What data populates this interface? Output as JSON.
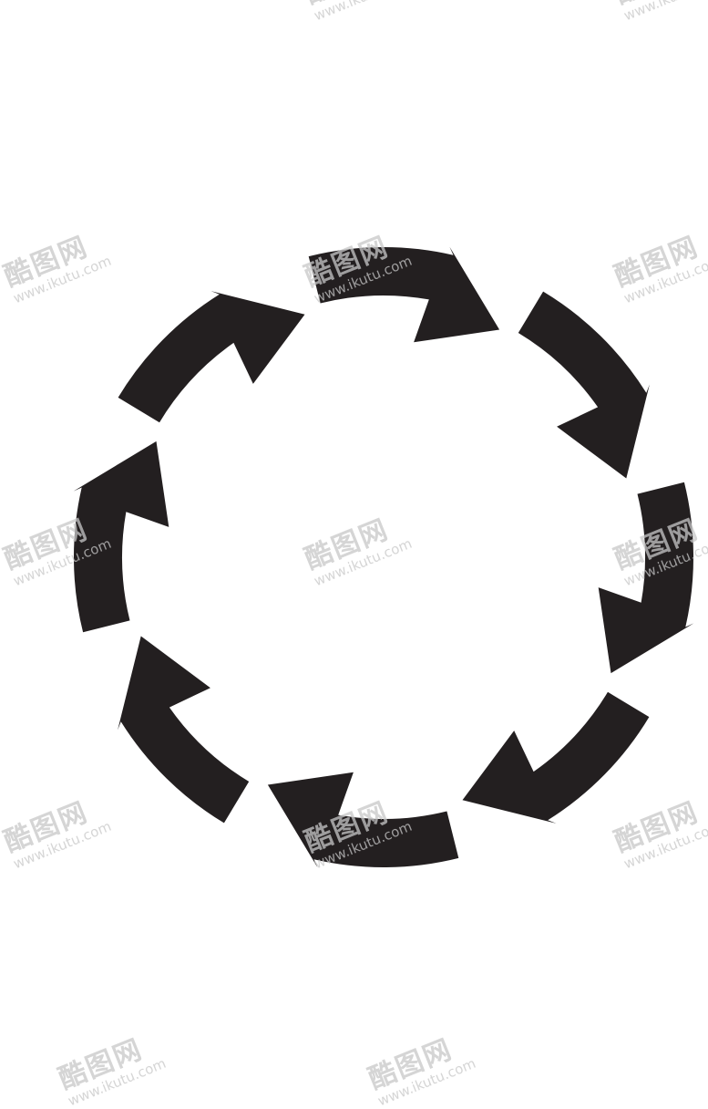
{
  "figure": {
    "type": "circular-arrows-icon",
    "arrow_count": 8,
    "direction": "clockwise",
    "arrow_color": "#231f20",
    "background_color": "#ffffff"
  },
  "watermark": {
    "brand": "酷图网",
    "url": "www.ikutu.com",
    "color": "#c8c8c8"
  }
}
